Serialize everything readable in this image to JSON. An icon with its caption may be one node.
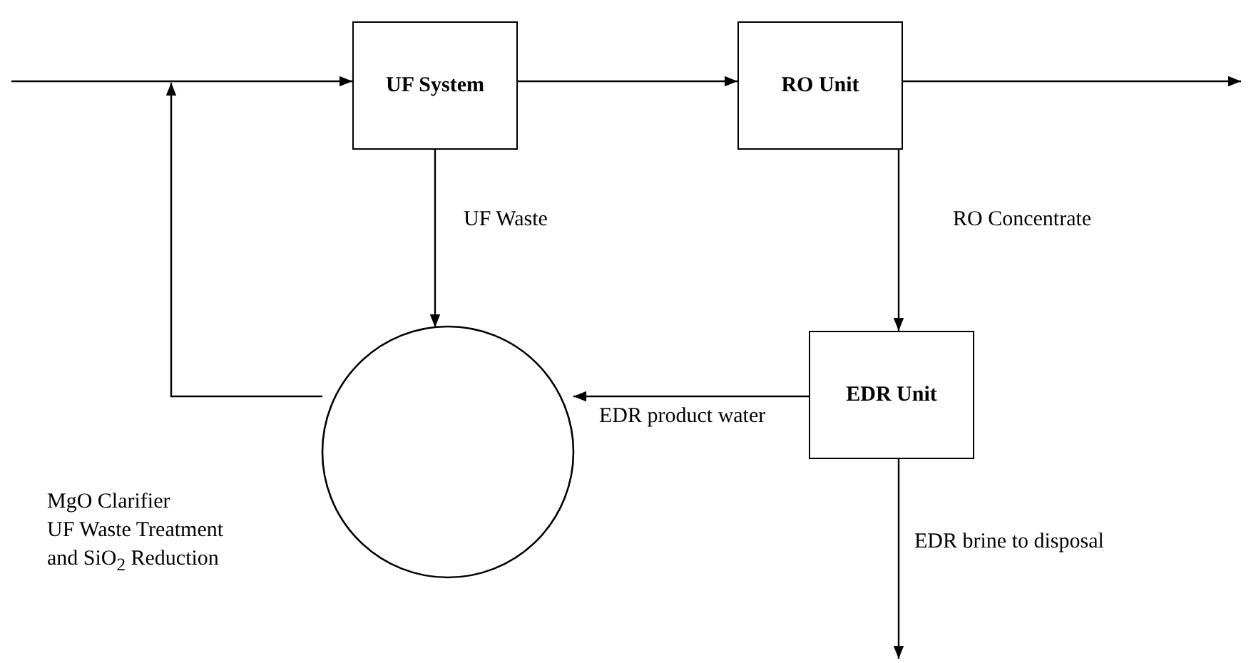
{
  "diagram": {
    "nodes": [
      {
        "text": [
          "UF System"
        ]
      },
      {
        "text": [
          "RO Unit"
        ]
      },
      {
        "text": [],
        "shape": "circle",
        "beside": [
          "MgO Clarifier",
          "UF Waste Treatment",
          "and SiO$_{2}$ Reduction"
        ]
      },
      {
        "text": [
          "EDR Unit"
        ]
      }
    ],
    "edges": [
      {
        "from": null,
        "to": 0,
        "arrow": "to"
      },
      {
        "from": 0,
        "to": 1,
        "arrow": "to"
      },
      {
        "from": 1,
        "to": null,
        "arrow": "to"
      },
      {
        "from": 0,
        "to": 2,
        "arrow": "to",
        "label": "UF Waste"
      },
      {
        "from": 1,
        "to": 3,
        "arrow": "to",
        "label": "RO Concentrate"
      },
      {
        "from": 3,
        "to": 2,
        "arrow": "to",
        "label": "EDR product water"
      },
      {
        "from": 3,
        "to": null,
        "arrow": "to",
        "label": "EDR brine to disposal"
      },
      {
        "from": 2,
        "to": null,
        "arrow": "to"
      }
    ]
  }
}
